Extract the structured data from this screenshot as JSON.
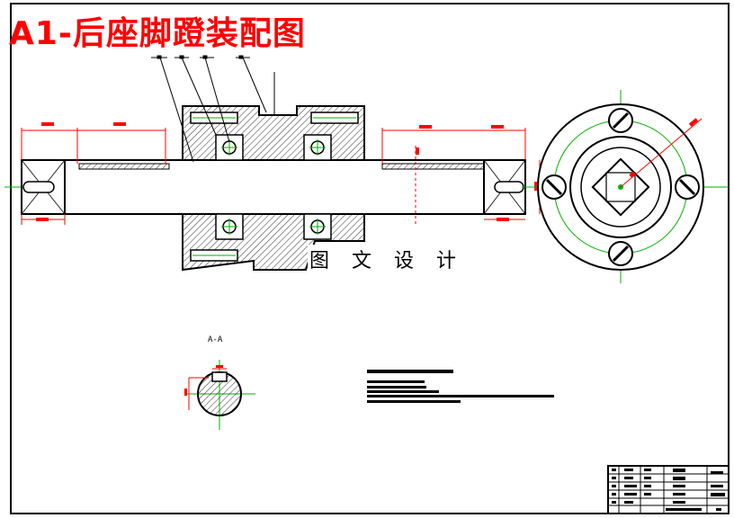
{
  "title": "A1-后座脚蹬装配图",
  "watermark": "图 文 设 计",
  "section_label": "A-A",
  "colors": {
    "title": "#ff0000",
    "outline": "#000000",
    "dimension": "#ff0000",
    "centerline": "#00b000",
    "hatch": "#000000"
  }
}
